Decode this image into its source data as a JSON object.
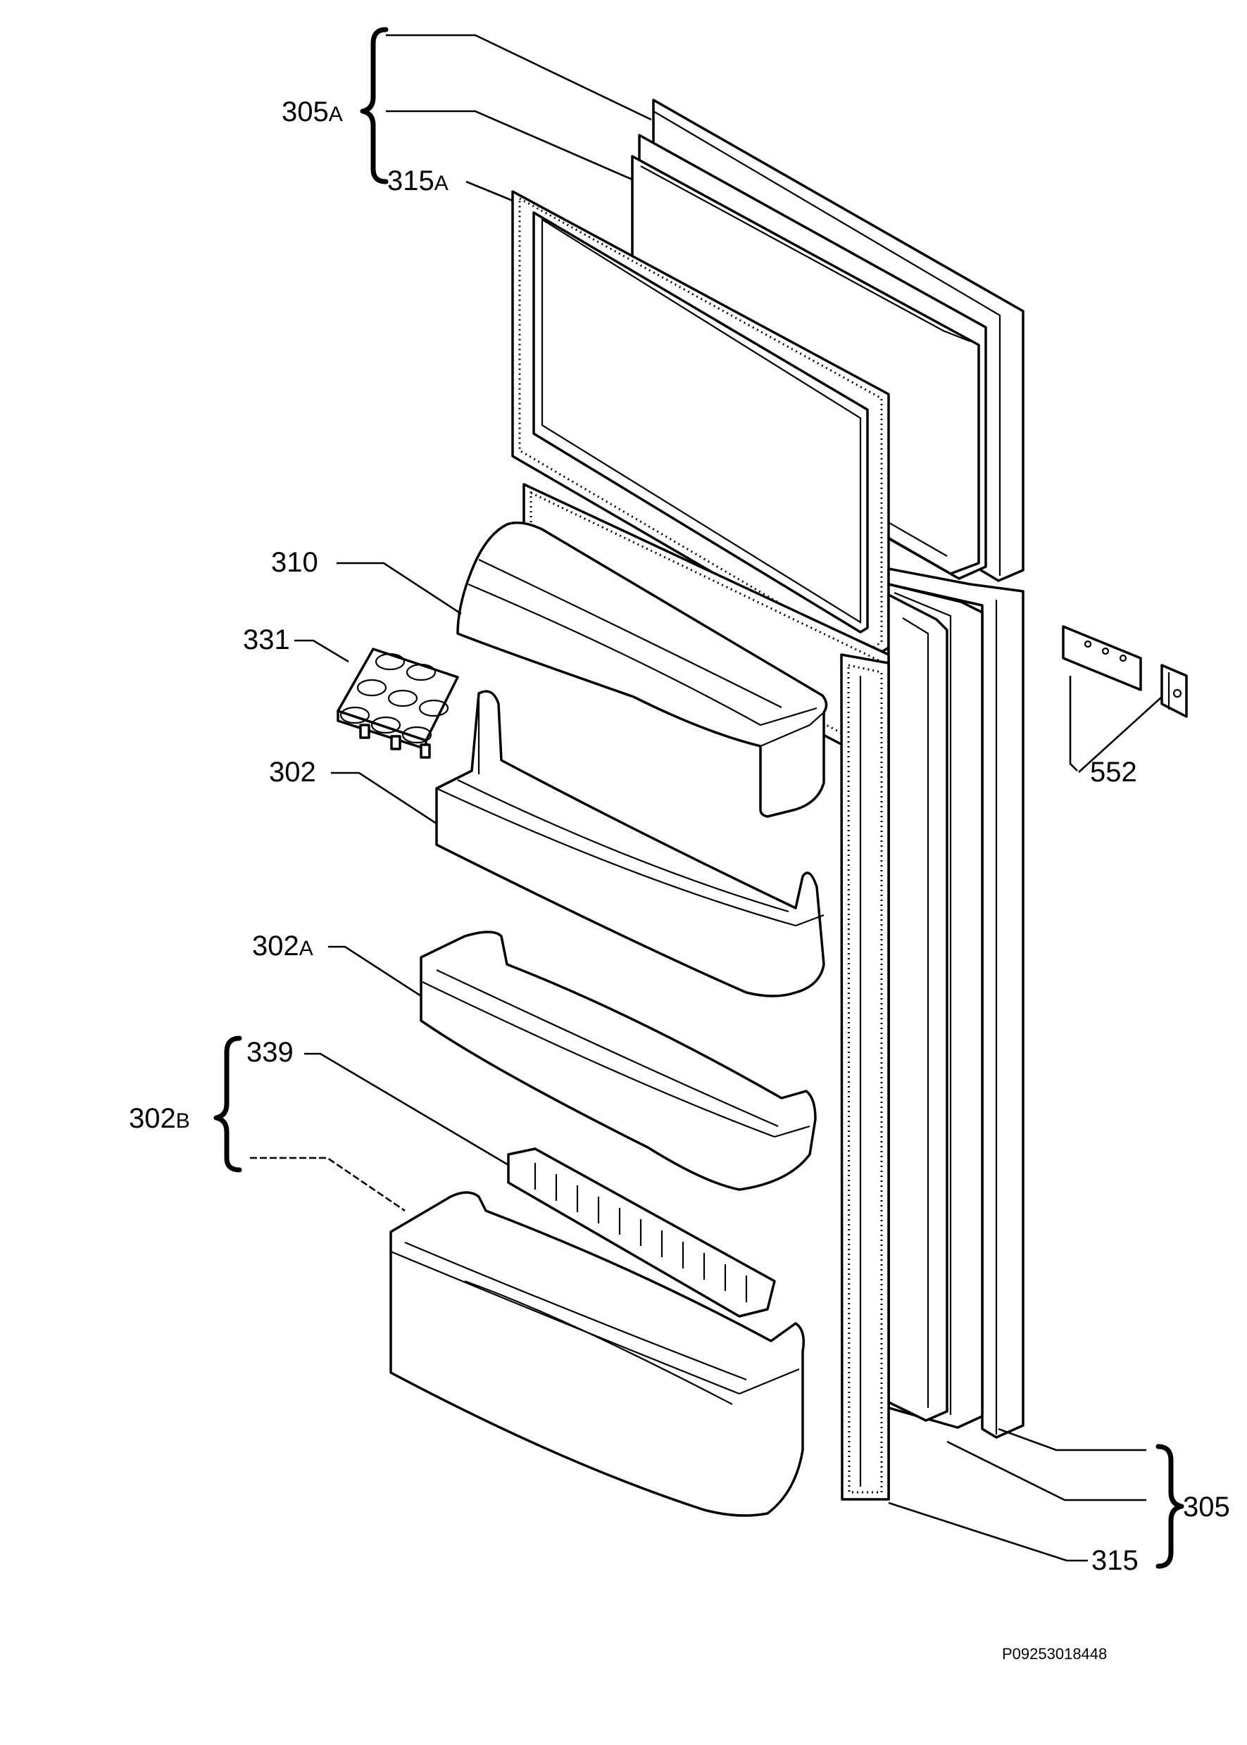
{
  "labels": {
    "l305a_num": "305",
    "l305a_sfx": "A",
    "l315a_num": "315",
    "l315a_sfx": "A",
    "l310": "310",
    "l331": "331",
    "l302": "302",
    "l302a_num": "302",
    "l302a_sfx": "A",
    "l339": "339",
    "l302b_num": "302",
    "l302b_sfx": "B",
    "l552": "552",
    "l305": "305",
    "l315": "315"
  },
  "drawing_code": "P09253018448",
  "colors": {
    "line": "#000000",
    "background": "#ffffff"
  }
}
